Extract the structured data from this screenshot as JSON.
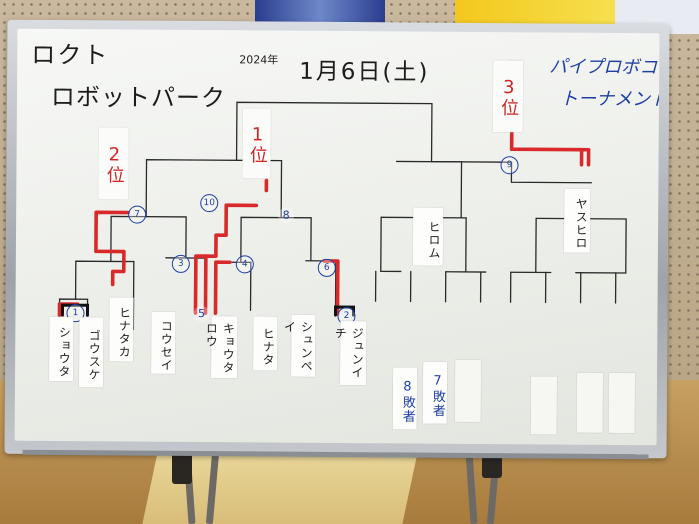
{
  "board": {
    "venue_line1": "ロクト",
    "venue_line2": "ロボットパーク",
    "year": "2024年",
    "date": "1月6日(土)",
    "title_line1": "パイプロボコン",
    "title_line2": "トーナメント表"
  },
  "places": {
    "first": "1位",
    "second": "2位",
    "third": "3位"
  },
  "match_numbers": [
    "1",
    "2",
    "3",
    "4",
    "5",
    "6",
    "7",
    "8",
    "9",
    "10"
  ],
  "players": [
    "ショウタ",
    "ゴウスケ",
    "ヒナタカ",
    "コウセイ",
    "キョウタロウ",
    "ヒナタ",
    "シュンペイ",
    "ジュンイチ",
    "ヒロム",
    "ヤスヒロ"
  ],
  "bottom_labels": {
    "loser_8": "8敗者",
    "loser_7": "7敗者"
  },
  "colors": {
    "board": "#eef0eb",
    "marker_black": "#1d1d1d",
    "marker_blue": "#1f3fa5",
    "marker_red": "#cf2626",
    "frame": "#b4b9be"
  }
}
